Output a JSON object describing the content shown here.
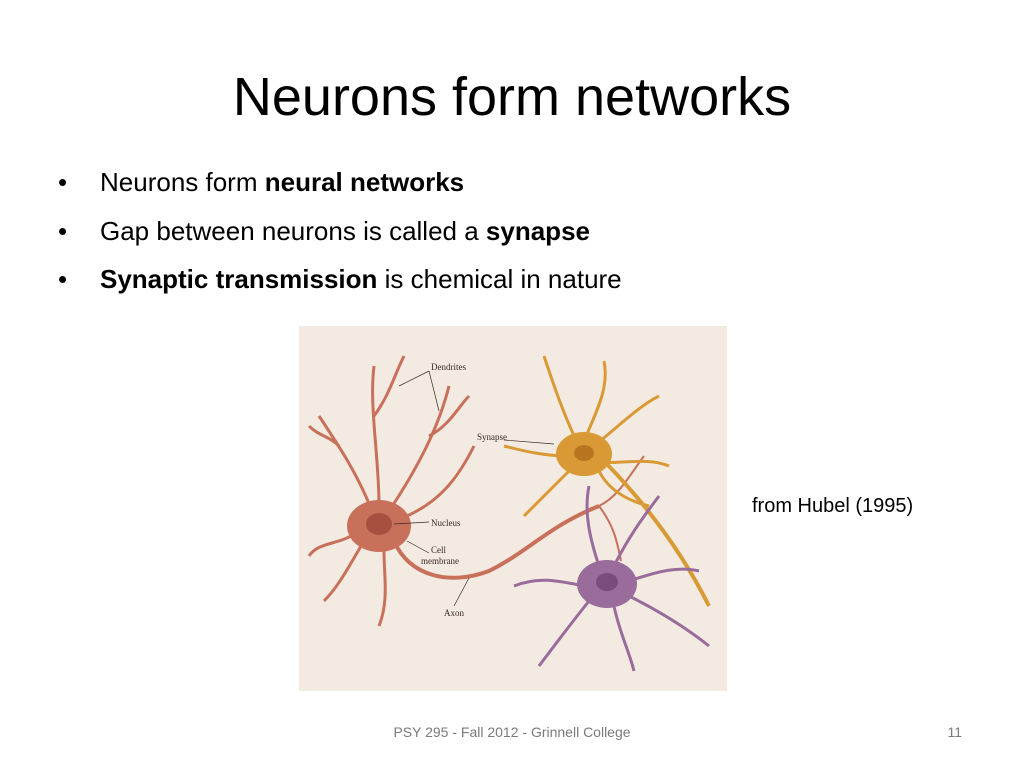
{
  "slide": {
    "title": "Neurons form networks",
    "bullets": [
      {
        "before": "Neurons form ",
        "bold": "neural networks",
        "after": ""
      },
      {
        "before": "Gap between neurons is called a ",
        "bold": "synapse",
        "after": ""
      },
      {
        "before": "",
        "bold": "Synaptic transmission",
        "after": " is chemical in nature"
      }
    ],
    "figure_labels": {
      "dendrites": "Dendrites",
      "synapse": "Synapse",
      "nucleus": "Nucleus",
      "cell": "Cell",
      "membrane": "membrane",
      "axon": "Axon"
    },
    "credit": "from Hubel (1995)",
    "footer": "PSY 295 - Fall 2012 - Grinnell College",
    "page_number": "11"
  },
  "colors": {
    "neuron_red": "#c8705a",
    "neuron_orange": "#d99a35",
    "neuron_purple": "#9a6c9c",
    "figure_background": "#f3ebe2"
  }
}
